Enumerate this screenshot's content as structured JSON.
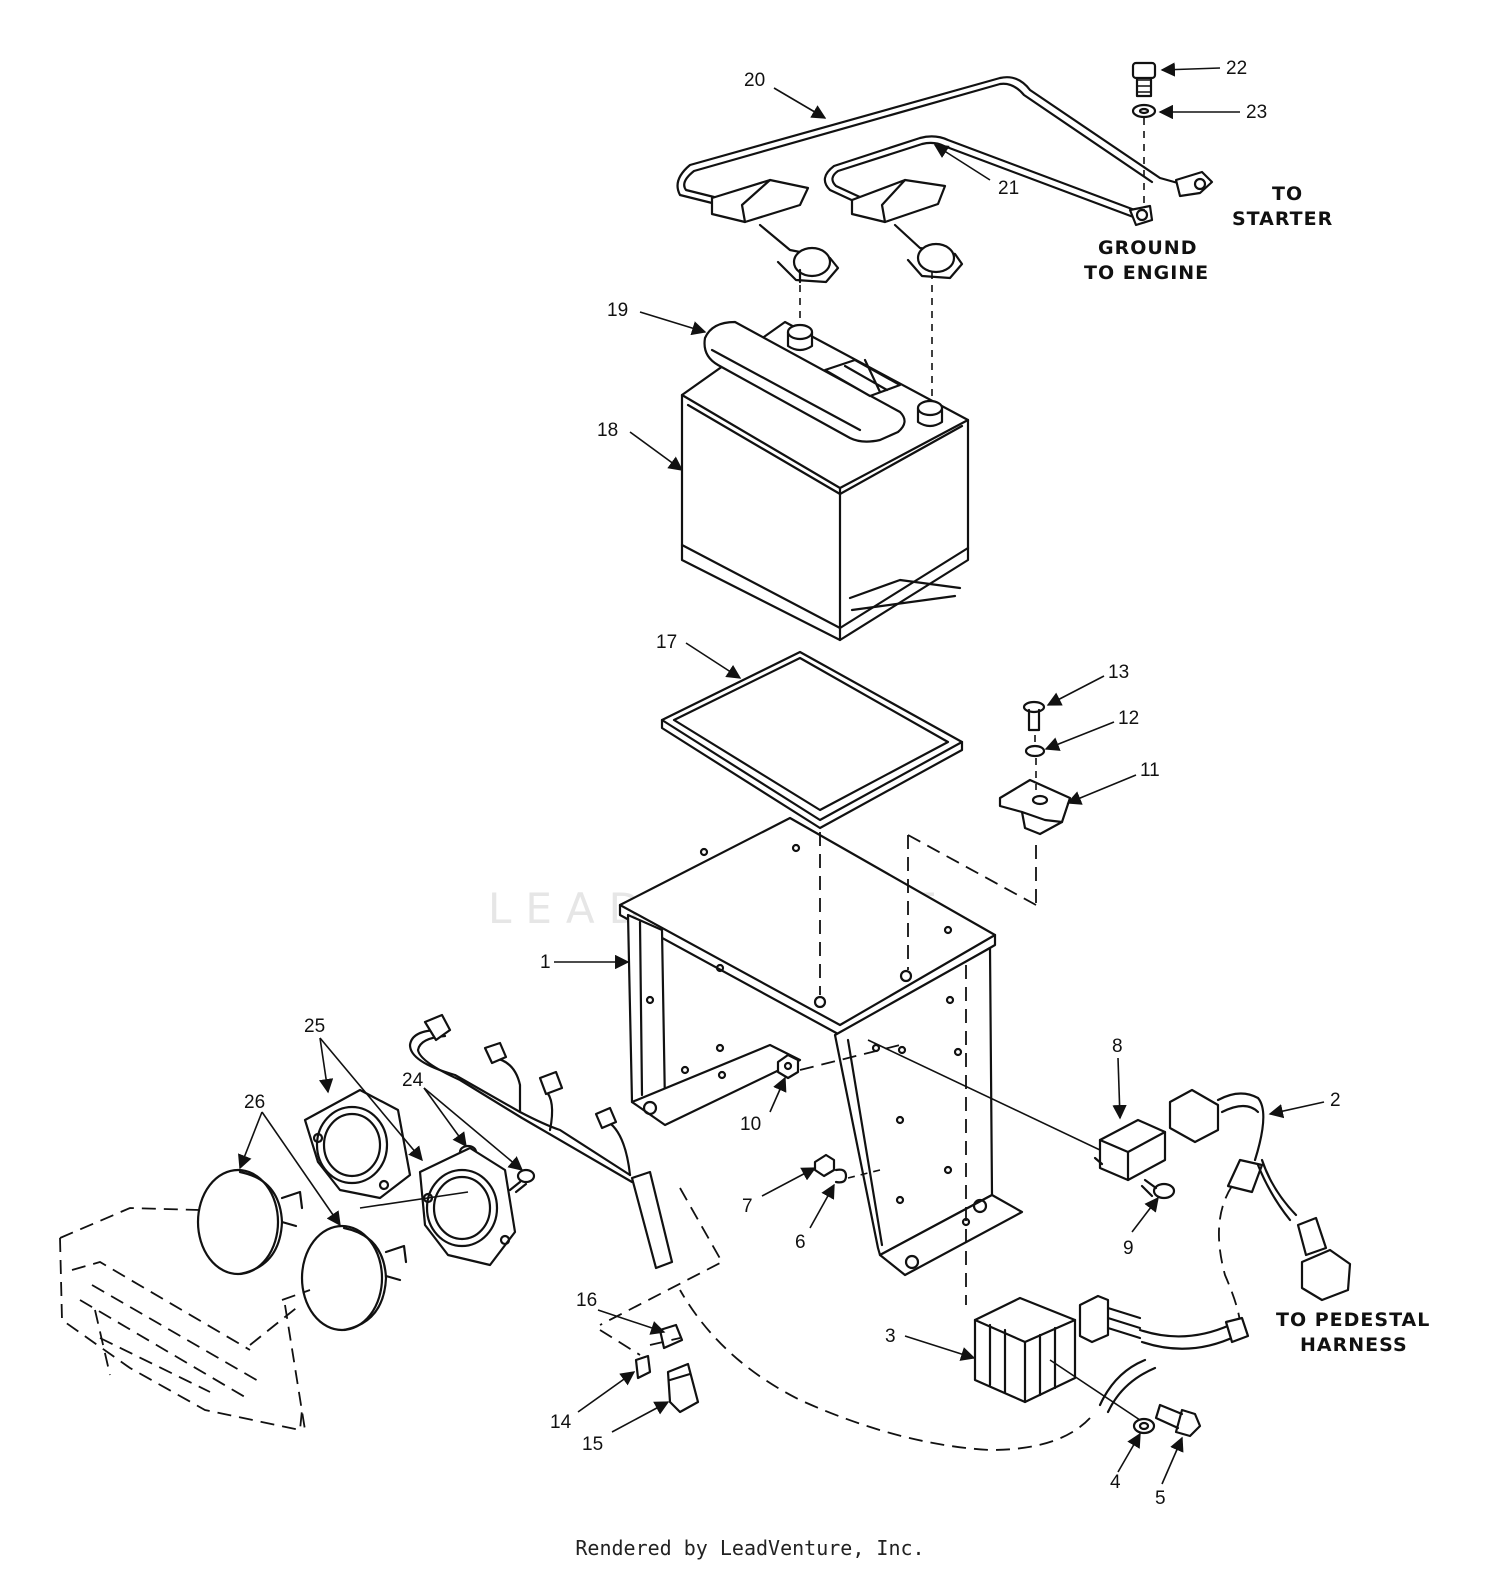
{
  "watermark": "LEADVENTURE",
  "footer": "Rendered by LeadVenture, Inc.",
  "notes": {
    "to_starter": [
      "TO",
      "STARTER"
    ],
    "ground_to_engine": [
      "GROUND",
      "TO ENGINE"
    ],
    "to_pedestal_harness": [
      "TO PEDESTAL",
      "HARNESS"
    ]
  },
  "callouts": [
    "1",
    "2",
    "3",
    "4",
    "5",
    "6",
    "7",
    "8",
    "9",
    "10",
    "11",
    "12",
    "13",
    "14",
    "15",
    "16",
    "17",
    "18",
    "19",
    "20",
    "21",
    "22",
    "23",
    "24",
    "25",
    "26"
  ]
}
